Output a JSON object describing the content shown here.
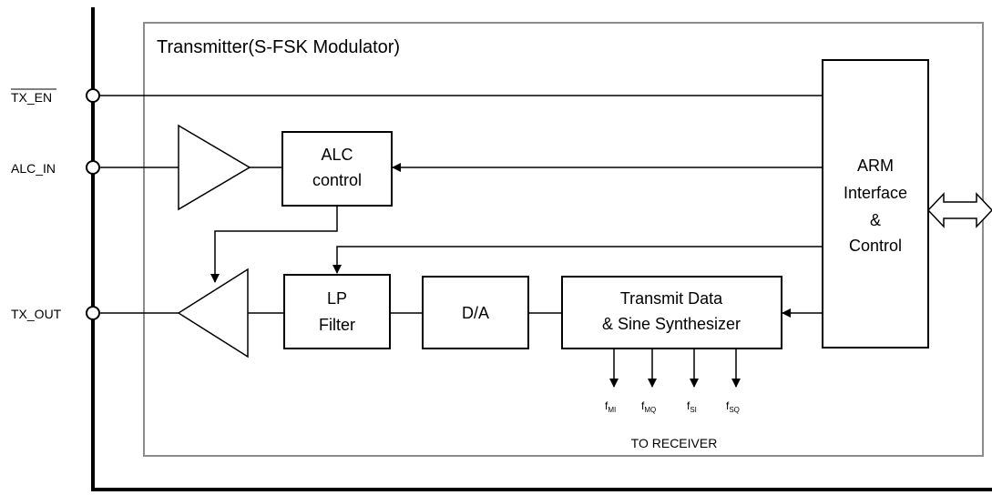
{
  "diagram": {
    "title": "Transmitter(S-FSK Modulator)",
    "pins": {
      "tx_en": "TX_EN",
      "alc_in": "ALC_IN",
      "tx_out": "TX_OUT"
    },
    "blocks": {
      "alc_line1": "ALC",
      "alc_line2": "control",
      "lp_line1": "LP",
      "lp_line2": "Filter",
      "da": "D/A",
      "tx_line1": "Transmit Data",
      "tx_line2": "& Sine Synthesizer",
      "arm_line1": "ARM",
      "arm_line2": "Interface",
      "arm_line3": "&",
      "arm_line4": "Control"
    },
    "outputs": [
      {
        "base": "f",
        "sub": "MI"
      },
      {
        "base": "f",
        "sub": "MQ"
      },
      {
        "base": "f",
        "sub": "SI"
      },
      {
        "base": "f",
        "sub": "SQ"
      }
    ],
    "to_receiver": "TO RECEIVER",
    "colors": {
      "frame": "#8c8c8c",
      "line": "#000000"
    }
  }
}
